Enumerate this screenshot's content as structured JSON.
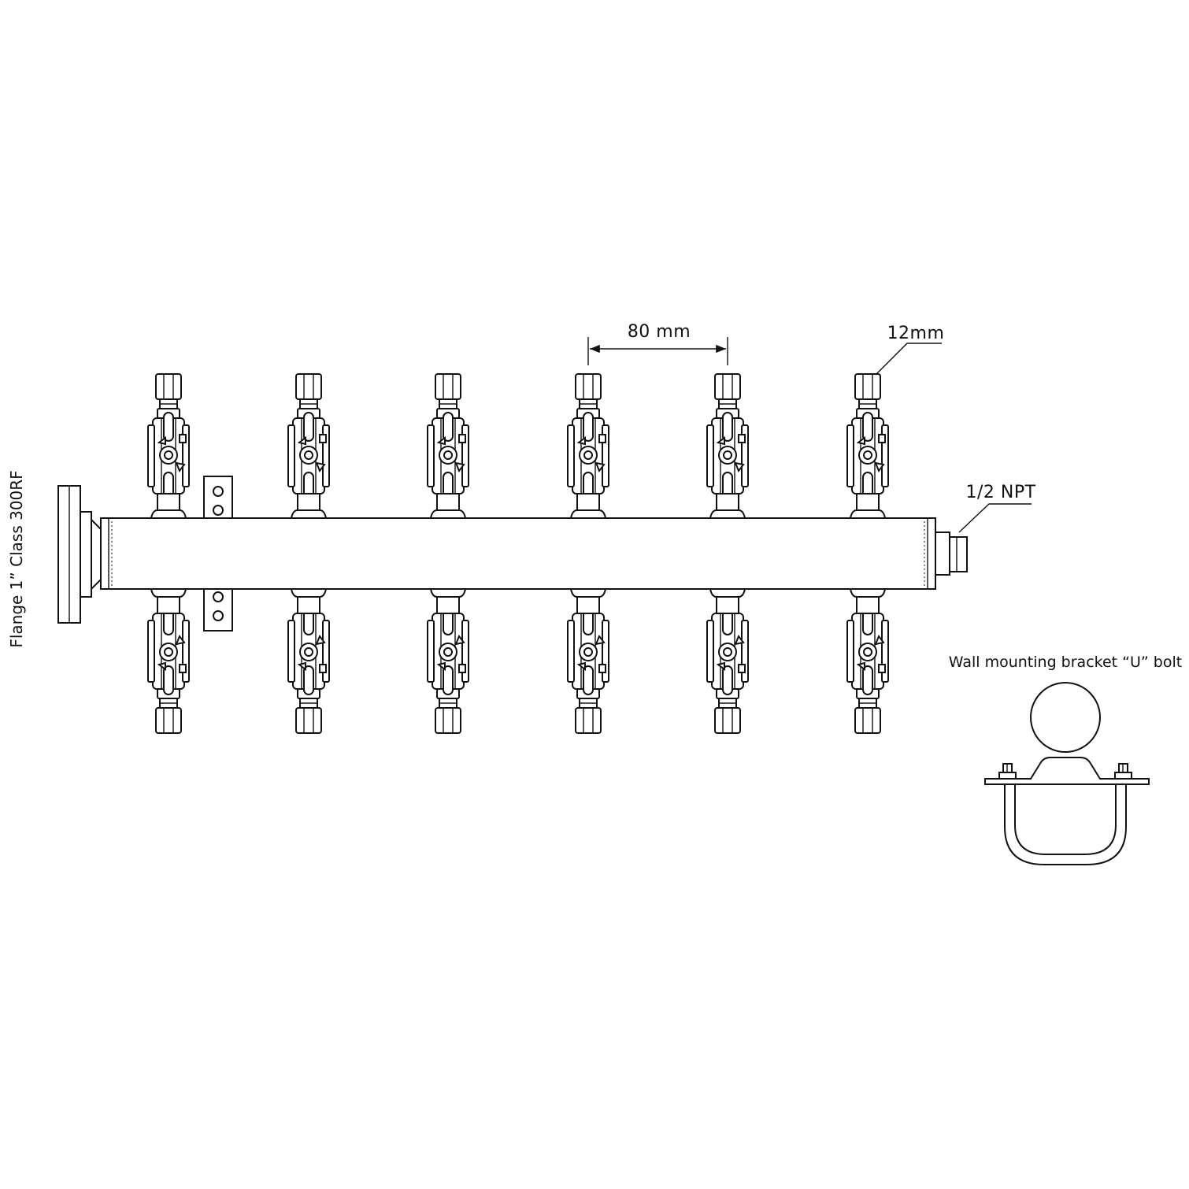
{
  "labels": {
    "spacing": "80 mm",
    "tube_size": "12mm",
    "outlet_thread": "1/2 NPT",
    "inlet_flange": "Flange 1” Class 300RF",
    "bracket_caption": "Wall mounting bracket “U” bolt"
  },
  "manifold": {
    "valves_top": 6,
    "valves_bottom": 6
  },
  "colors": {
    "line": "#111111",
    "background": "#ffffff"
  }
}
